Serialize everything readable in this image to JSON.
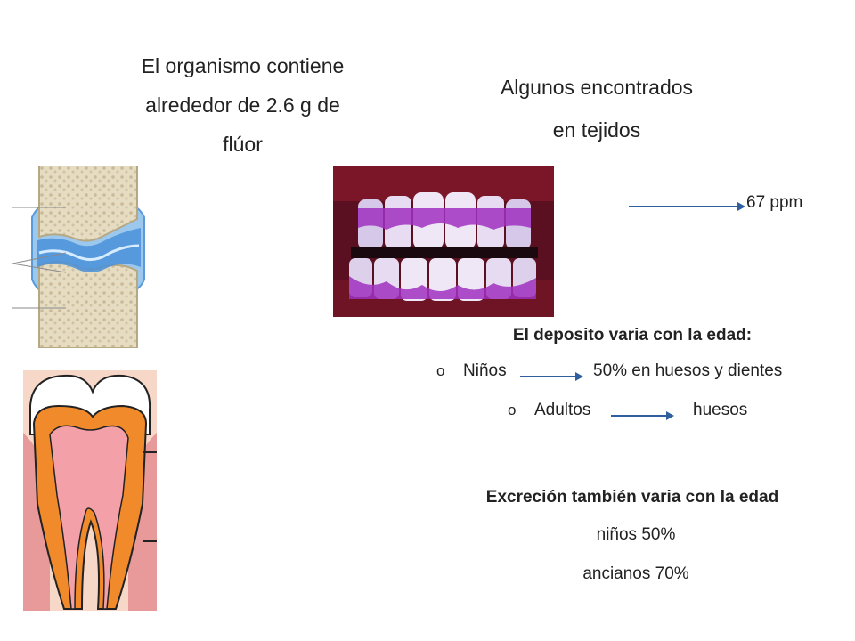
{
  "left_title": [
    "El organismo contiene",
    "alrededor de 2.6 g de",
    "flúor"
  ],
  "right_title": [
    "Algunos encontrados",
    "en tejidos"
  ],
  "ppm_label": "67 ppm",
  "deposit": {
    "heading": "El deposito varia con la edad:",
    "bullet_glyph": "o",
    "rows": [
      {
        "label": "Niños",
        "value": "50% en huesos y dientes"
      },
      {
        "label": "Adultos",
        "value": "huesos"
      }
    ]
  },
  "excretion": {
    "heading": "Excreción también varia con la edad",
    "lines": [
      "niños 50%",
      "ancianos 70%"
    ]
  },
  "colors": {
    "arrow": "#2f5f9e",
    "bone": "#e8e0c8",
    "cartilage": "#4a90d9",
    "enamel": "#ffffff",
    "dentin": "#f08a2a",
    "gum": "#e8a0a0",
    "plaque": "#a030c0"
  },
  "icons": [
    "knee-joint-illustration",
    "teeth-plaque-photo",
    "tooth-cross-section-illustration"
  ]
}
